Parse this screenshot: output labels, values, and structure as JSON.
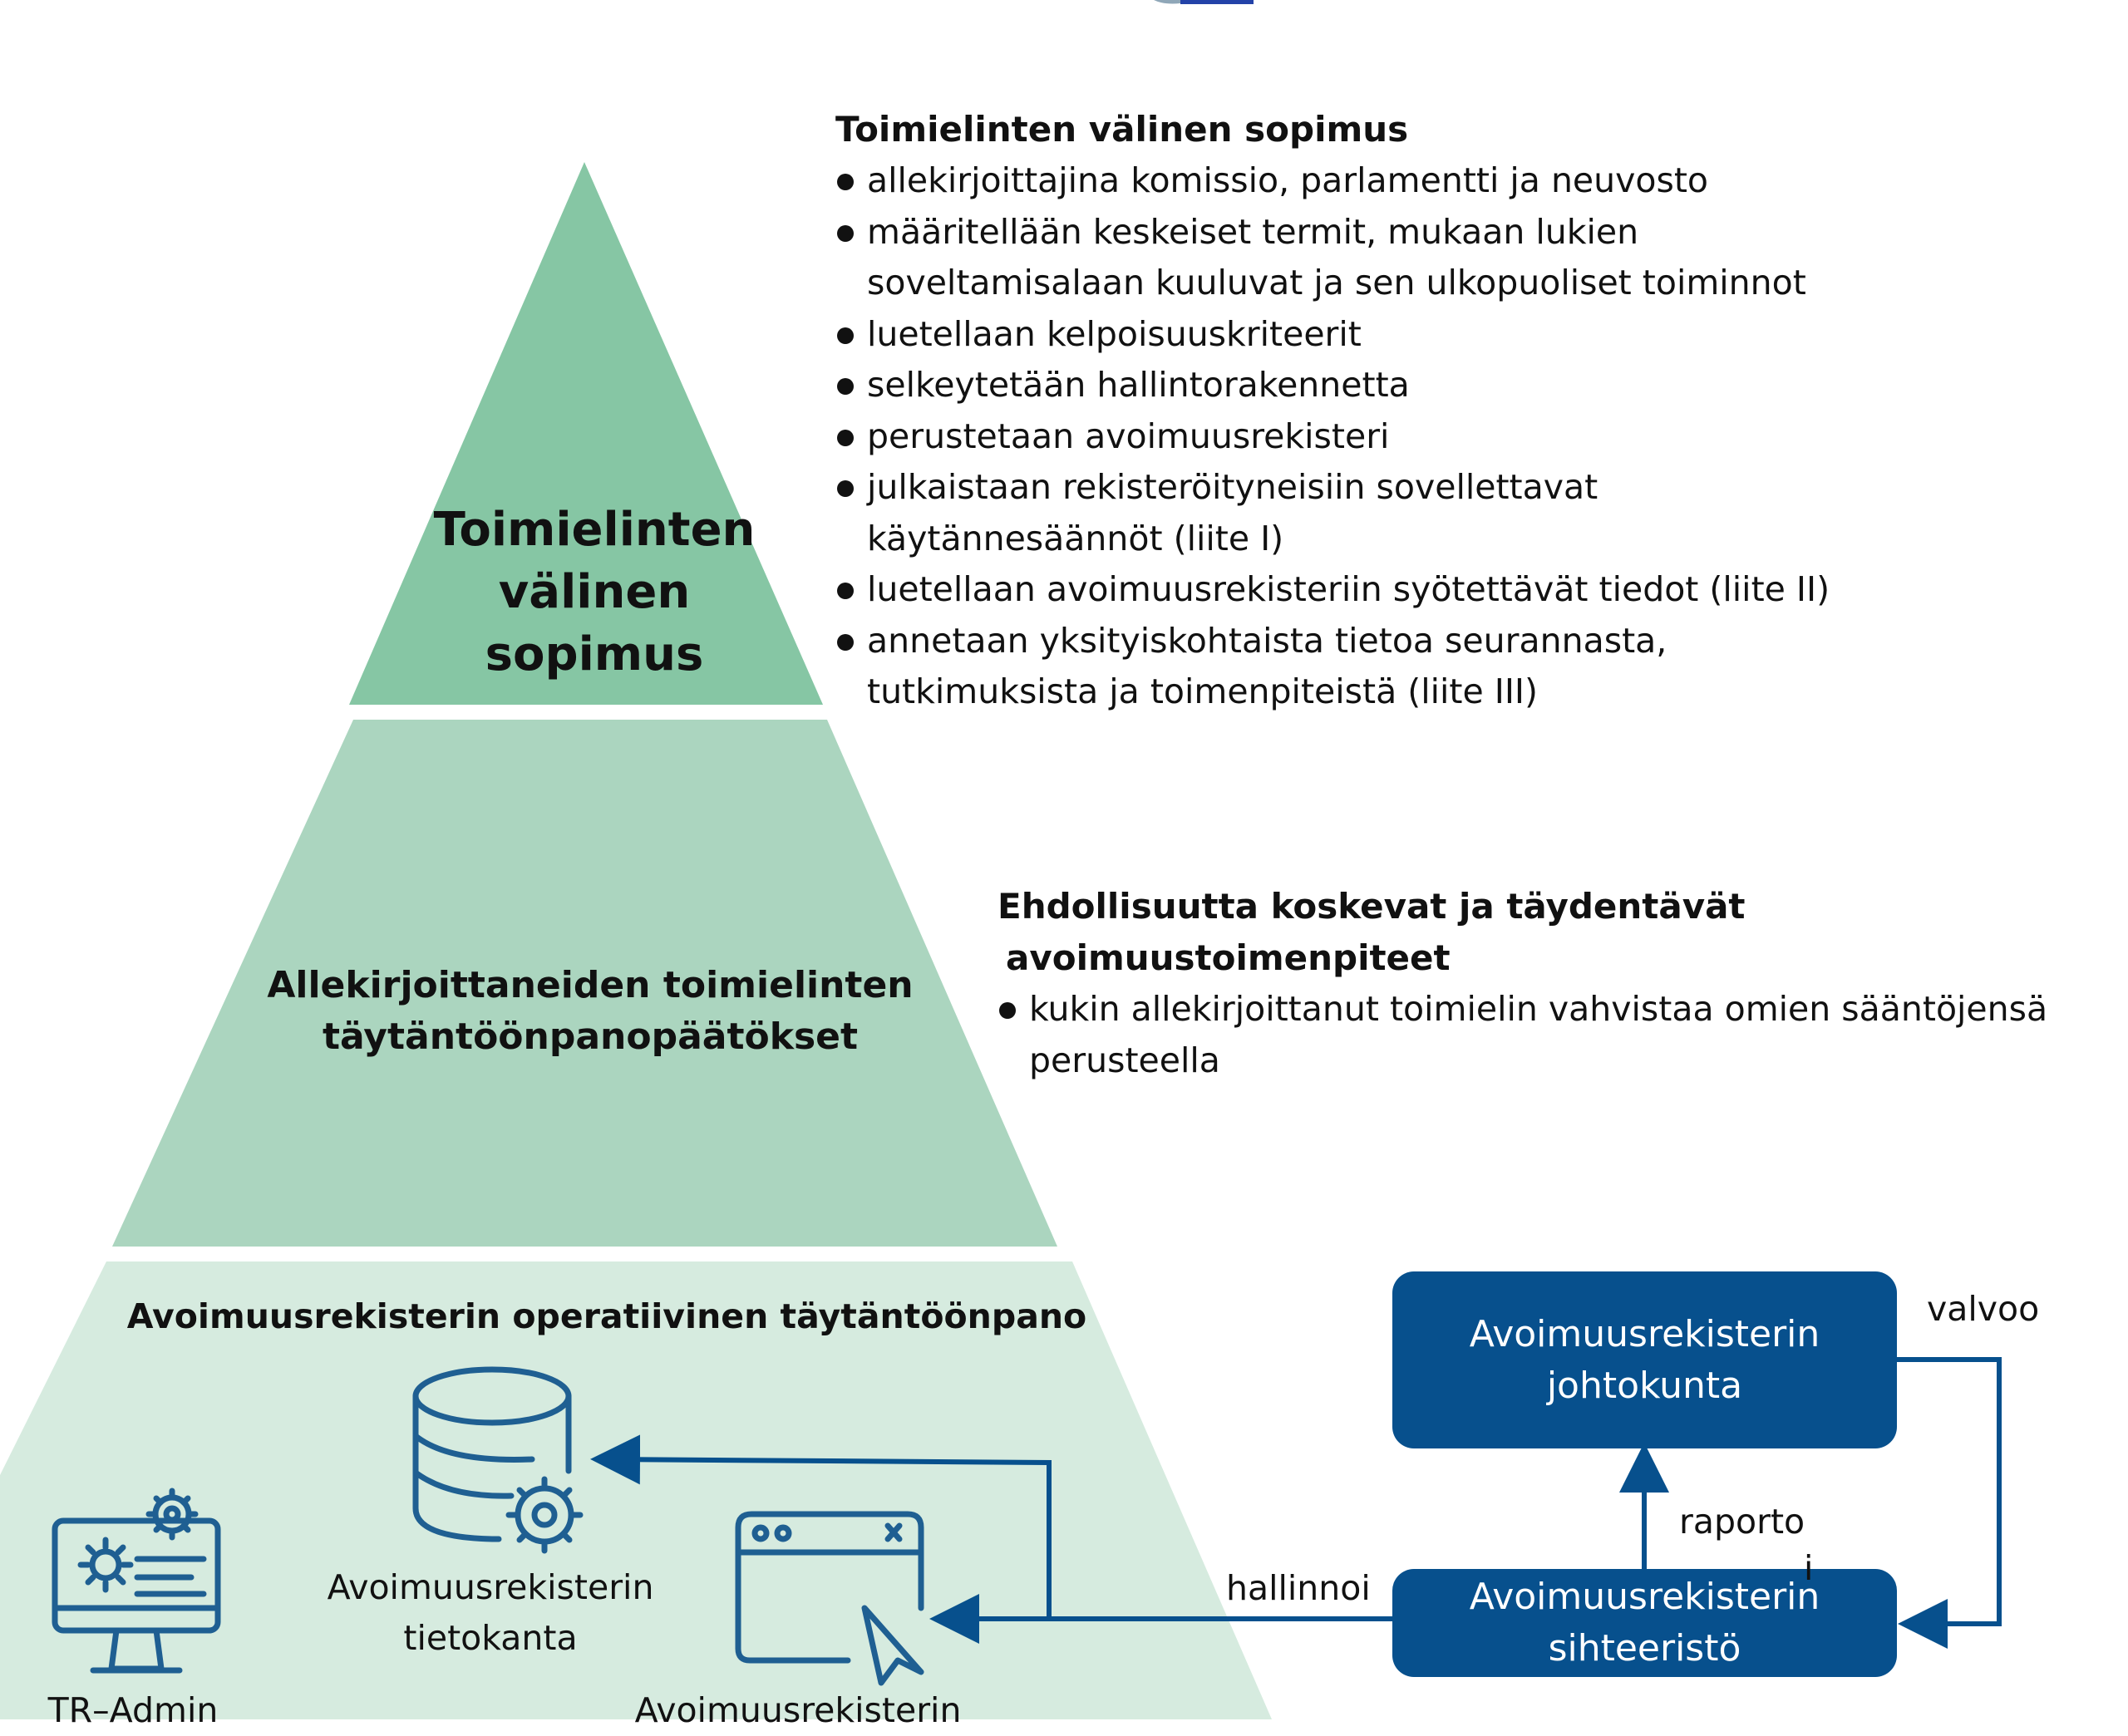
{
  "pyramid": {
    "top_title": [
      "Toimielinten",
      "välinen",
      "sopimus"
    ],
    "middle_title": [
      "Allekirjoittaneiden toimielinten",
      "täytäntöönpanopäätökset"
    ],
    "bottom_title": "Avoimuusrekisterin operatiivinen täytäntöönpano",
    "colors": {
      "top": "#86c6a4",
      "middle": "#abd5bf",
      "bottom": "#d6ebdf"
    }
  },
  "panel_top": {
    "title": "Toimielinten välinen sopimus",
    "items": [
      "allekirjoittajina komissio, parlamentti ja neuvosto",
      "määritellään keskeiset termit, mukaan lukien soveltamisalaan kuuluvat ja sen ulkopuoliset toiminnot",
      "luetellaan kelpoisuuskriteerit",
      "selkeytetään hallintorakennetta",
      "perustetaan avoimuusrekisteri",
      "julkaistaan rekisteröityneisiin sovellettavat käytännesäännöt (liite I)",
      "luetellaan avoimuusrekisteriin syötettävät tiedot (liite II)",
      "annetaan yksityiskohtaista tietoa seurannasta, tutkimuksista ja toimenpiteistä (liite III)"
    ]
  },
  "panel_middle": {
    "title": [
      "Ehdollisuutta koskevat ja täydentävät",
      "avoimuustoimenpiteet"
    ],
    "items": [
      "kukin allekirjoittanut toimielin vahvistaa omien sääntöjensä perusteella"
    ]
  },
  "icons": {
    "admin_label": "TR–Admin",
    "database_label": [
      "Avoimuusrekisterin",
      "tietokanta"
    ],
    "web_label": "Avoimuusrekisterin"
  },
  "org": {
    "board": [
      "Avoimuusrekisterin",
      "johtokunta"
    ],
    "secretariat": [
      "Avoimuusrekisterin",
      "sihteeristö"
    ],
    "label_supervises": "valvoo",
    "label_reports": [
      "raporto",
      "i"
    ],
    "label_manages": "hallinnoi",
    "box_color": "#07508d",
    "line_color": "#07508d"
  },
  "icon_color": "#1f5f92"
}
